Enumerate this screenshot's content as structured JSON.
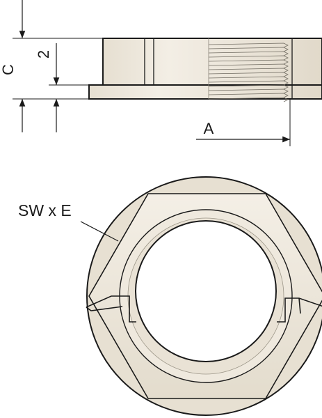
{
  "labels": {
    "dim_c": "C",
    "dim_2": "2",
    "dim_a": "A",
    "wrench": "SW x E"
  },
  "colors": {
    "body_fill": "#ece6da",
    "body_light": "#f6f2ea",
    "body_shadow": "#d9d1c2",
    "outline": "#1a1a1a"
  }
}
